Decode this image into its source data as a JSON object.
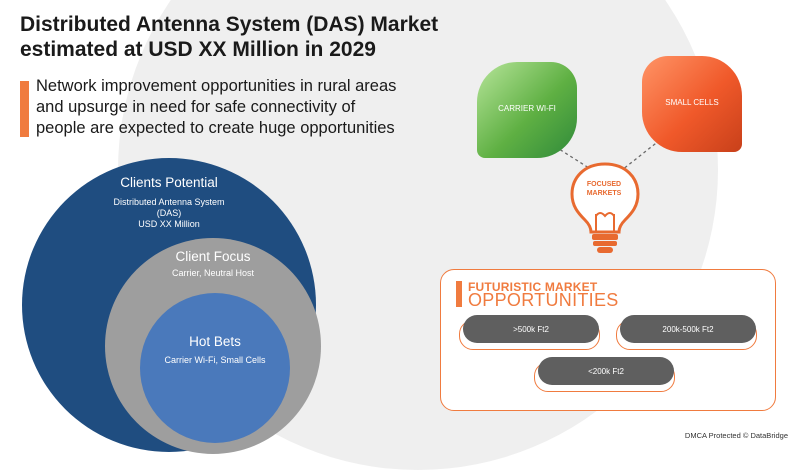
{
  "header": {
    "title_line1": "Distributed Antenna System (DAS) Market",
    "title_line2": "estimated at USD XX Million in 2029",
    "subtitle_line1": "Network improvement opportunities in rural areas",
    "subtitle_line2": "and upsurge in need for safe connectivity of",
    "subtitle_line3": "people are expected to create huge opportunities"
  },
  "circles": {
    "outer": {
      "title": "Clients Potential",
      "sub1": "Distributed Antenna System (DAS)",
      "sub2": "USD XX Million"
    },
    "middle": {
      "title": "Client Focus",
      "sub1": "Carrier, Neutral Host"
    },
    "inner": {
      "title": "Hot Bets",
      "sub1": "Carrier Wi-Fi, Small Cells"
    }
  },
  "focused": {
    "left_label": "CARRIER WI-FI",
    "right_label": "SMALL CELLS",
    "bulb_line1": "FOCUSED",
    "bulb_line2": "MARKETS"
  },
  "futuristic": {
    "title_line1": "FUTURISTIC MARKET",
    "title_line2": "OPPORTUNITIES",
    "pills": [
      ">500k Ft2",
      "200k-500k Ft2",
      "<200k Ft2"
    ]
  },
  "footer": "DMCA Protected © DataBridge",
  "colors": {
    "accent": "#f07b3f",
    "outer_circle": "#1f4d80",
    "middle_circle": "#9e9e9e",
    "inner_circle": "#4a79bb",
    "pill": "#5f5f5f"
  }
}
